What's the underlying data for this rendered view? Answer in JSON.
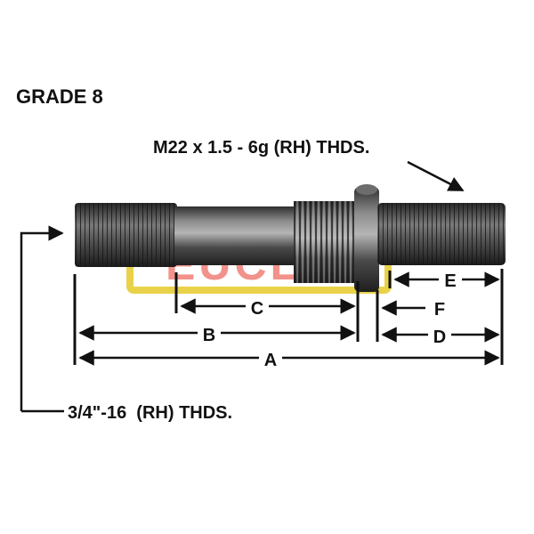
{
  "grade_label": "GRADE 8",
  "thread_top": "M22 x 1.5 - 6g (RH) THDS.",
  "thread_bottom": "3/4\"-16  (RH) THDS.",
  "watermark": "EUCLID",
  "dimensions": {
    "a": "A",
    "b": "B",
    "c": "C",
    "d": "D",
    "e": "E",
    "f": "F"
  },
  "colors": {
    "stud_dark": "#3a3a3a",
    "stud_light": "#9a9a9a",
    "watermark_fill": "#e8392c",
    "watermark_border": "#e9d24a",
    "ink": "#111111"
  }
}
